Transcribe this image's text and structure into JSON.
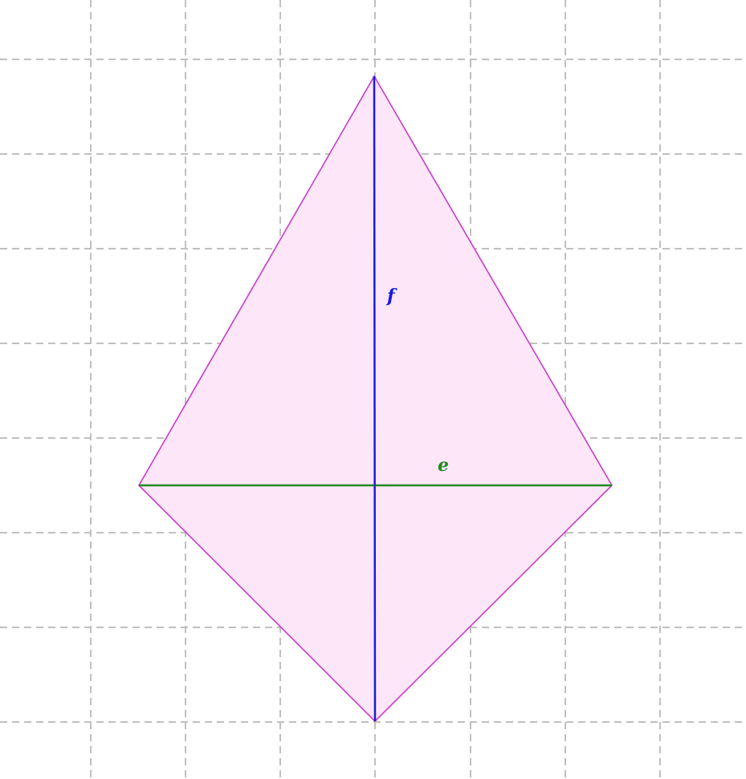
{
  "figure": {
    "shape": "kite",
    "grid": true,
    "grid_style": "dashed",
    "colors": {
      "grid": "#c0c0c0",
      "kite_fill": "#fce6f8",
      "kite_stroke": "#c83cc8",
      "diagonal_f": "#1a1adf",
      "diagonal_e": "#1e8c1e"
    },
    "diagonals": {
      "f_label": "f",
      "e_label": "e"
    }
  }
}
